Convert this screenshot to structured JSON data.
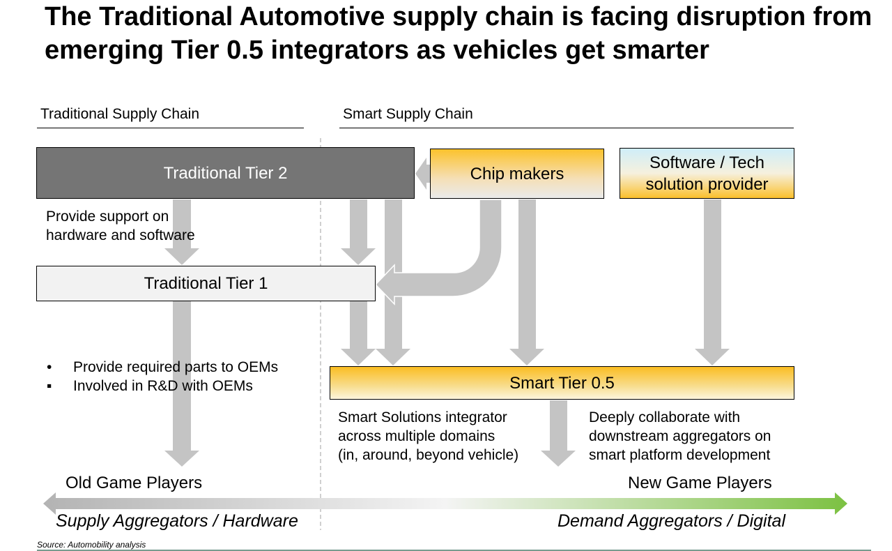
{
  "title": "The Traditional Automotive supply chain is facing disruption from emerging Tier 0.5 integrators as vehicles get smarter",
  "sections": {
    "traditional": "Traditional Supply Chain",
    "smart": "Smart Supply Chain"
  },
  "boxes": {
    "tier2": "Traditional Tier 2",
    "tier1": "Traditional Tier 1",
    "chip_makers": "Chip makers",
    "software_line1": "Software / Tech",
    "software_line2": "solution provider",
    "tier05": "Smart Tier 0.5"
  },
  "notes": {
    "tier2_support_line1": "Provide support on",
    "tier2_support_line2": "hardware and software",
    "tier1_bullets": [
      {
        "mark": "•",
        "text": "Provide required parts to OEMs"
      },
      {
        "mark": "▪",
        "text": "Involved in R&D with OEMs"
      }
    ],
    "integrator_line1": "Smart Solutions integrator",
    "integrator_line2": "across multiple domains",
    "integrator_line3": "(in, around, beyond vehicle)",
    "collaborate_line1": "Deeply collaborate with",
    "collaborate_line2": "downstream aggregators on",
    "collaborate_line3": "smart platform development"
  },
  "players": {
    "old": "Old Game Players",
    "new": "New Game Players"
  },
  "aggregators": {
    "supply": "Supply Aggregators / Hardware",
    "demand": "Demand Aggregators / Digital"
  },
  "source": "Source: Automobility analysis",
  "colors": {
    "tier2_fill": "#757575",
    "tier1_fill": "#f2f2f2",
    "arrow_gray": "#c4c4c4",
    "accent_yellow": "#fbbd22",
    "accent_green": "#7cc142",
    "footer_line": "#4a7a6a"
  }
}
